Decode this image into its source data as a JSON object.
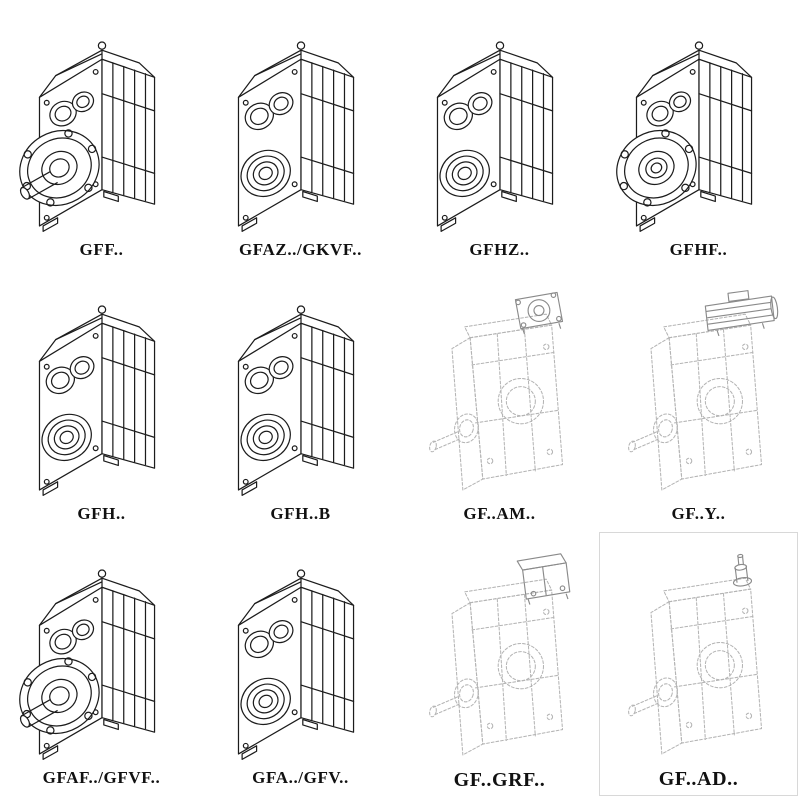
{
  "page": {
    "background": "#ffffff",
    "ink_color": "#1c1c1c",
    "ghost_line_color": "#b4b4b4",
    "attachment_line_color": "#8a8a8a"
  },
  "grid": {
    "rows": 3,
    "columns": 4
  },
  "cells": [
    {
      "label": "GFF..",
      "base": "#housing-solid",
      "detail": "#face-flange-shaft"
    },
    {
      "label": "GFAZ../GKVF..",
      "base": "#housing-solid",
      "detail": "#face-bores"
    },
    {
      "label": "GFHZ..",
      "base": "#housing-solid",
      "detail": "#face-bores"
    },
    {
      "label": "GFHF..",
      "base": "#housing-solid",
      "detail": "#face-flange-hollow"
    },
    {
      "label": "GFH..",
      "base": "#housing-solid",
      "detail": "#face-bores"
    },
    {
      "label": "GFH..B",
      "base": "#housing-solid",
      "detail": "#face-bores"
    },
    {
      "label": "GF..AM..",
      "base": "#housing-ghost",
      "detail": "#att-am"
    },
    {
      "label": "GF..Y..",
      "base": "#housing-ghost",
      "detail": "#att-motor"
    },
    {
      "label": "GFAF../GFVF..",
      "base": "#housing-solid",
      "detail": "#face-flange-shaft"
    },
    {
      "label": "GFA../GFV..",
      "base": "#housing-solid",
      "detail": "#face-bores"
    },
    {
      "label": "GF..GRF..",
      "base": "#housing-ghost",
      "detail": "#att-grf"
    },
    {
      "label": "GF..AD..",
      "base": "#housing-ghost",
      "detail": "#att-ad"
    }
  ]
}
